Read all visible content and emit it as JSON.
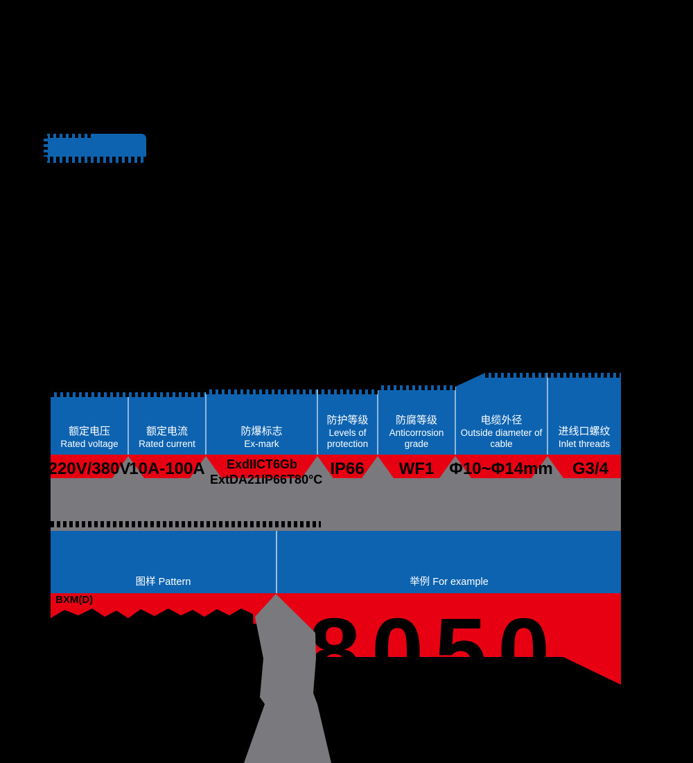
{
  "colors": {
    "blue": "#0d63b0",
    "red": "#e60012",
    "gray": "#7a797d",
    "text_on_blue": "#ffffff",
    "value_text": "#000000",
    "background": "#000000"
  },
  "spec_table": {
    "columns": [
      {
        "zh": "额定电压",
        "en": "Rated voltage",
        "value": "220V/380V"
      },
      {
        "zh": "额定电流",
        "en": "Rated current",
        "value": "10A-100A"
      },
      {
        "zh": "防爆标志",
        "en": "Ex-mark",
        "value": "ExdIICT6Gb ExtDA21IP66T80°C"
      },
      {
        "zh": "防护等级",
        "en": "Levels of protection",
        "value": "IP66"
      },
      {
        "zh": "防腐等级",
        "en": "Anticorrosion grade",
        "value": "WF1"
      },
      {
        "zh": "电缆外径",
        "en": "Outside diameter of cable",
        "value": "Φ10~Φ14mm"
      },
      {
        "zh": "进线口螺纹",
        "en": "Inlet threads",
        "value": "G3/4"
      }
    ]
  },
  "example_table": {
    "pattern_header": "图样 Pattern",
    "example_header": "举例 For example",
    "pattern_label": "BXM(D)",
    "example_model": "8050"
  }
}
